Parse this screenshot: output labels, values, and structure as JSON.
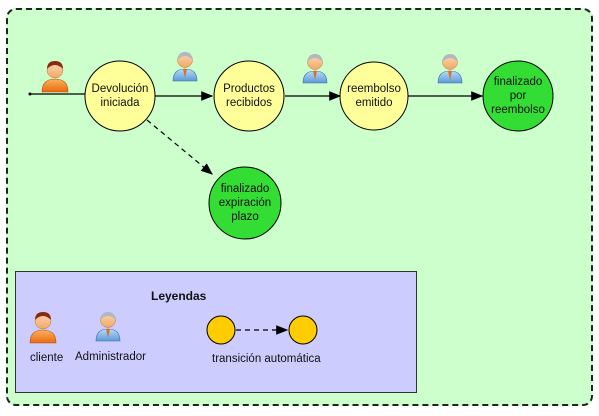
{
  "nodes": {
    "devolucion": "Devolución iniciada",
    "productos": "Productos recibidos",
    "reembolso": "reembolso emitido",
    "finalizado_reembolso": "finalizado por reembolso",
    "finalizado_expiracion": "finalizado expiración plazo"
  },
  "legend": {
    "title": "Leyendas",
    "cliente": "cliente",
    "administrador": "Administrador",
    "transicion": "transición automática"
  },
  "colors": {
    "state_yellow": "#ffff99",
    "state_final_green": "#33dd33",
    "legend_node_orange": "#ffcc00",
    "background_green": "#ccffcc",
    "legend_bg": "#ccccff"
  },
  "icons": [
    "client-person-icon",
    "admin-person-icon"
  ]
}
